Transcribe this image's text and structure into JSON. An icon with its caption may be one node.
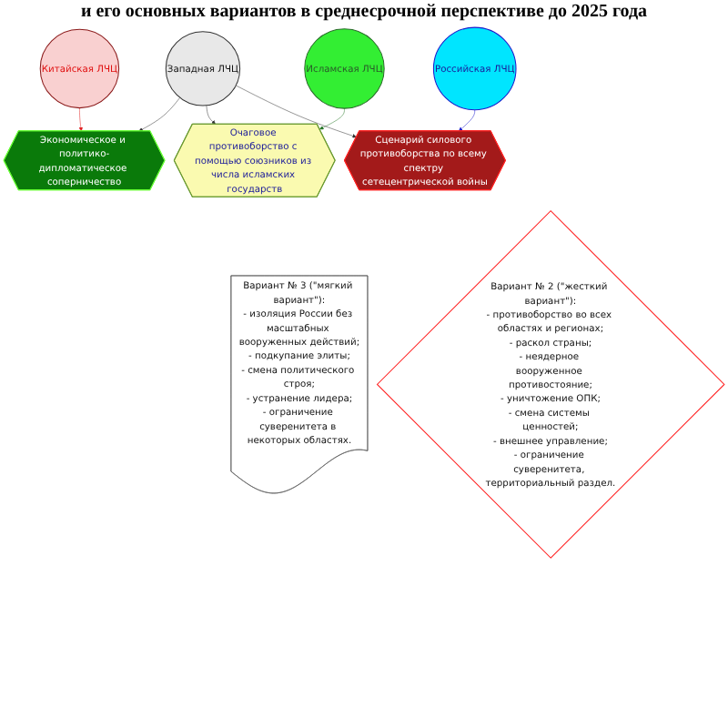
{
  "diagram": {
    "title": "и его основных вариантов в среднесрочной перспективе до 2025 года",
    "nodes": [
      {
        "text": [
          "Западная ЛЧЦ"
        ]
      },
      {
        "text": [
          "Экономическое и политико-дипломатическое соперничество"
        ]
      },
      {
        "text": [
          "Китайская ЛЧЦ"
        ]
      },
      {
        "text": [
          "Очаговое противоборство с помощью союзников из числа исламских государств"
        ]
      },
      {
        "text": [
          "Исламская ЛЧЦ"
        ]
      },
      {
        "text": [
          "Сценарий силового противоборства по всему спектру сетецентрической войны"
        ]
      },
      {
        "text": [
          "Российская ЛЧЦ"
        ]
      },
      {
        "text": [
          "Вариант № 3 (\"мягкий вариант\"):",
          "- изоляция России без масштабных вооруженных действий;",
          "- подкупание элиты;",
          "- смена политического строя;",
          "- устранение лидера;",
          "- ограничение суверенитета в некоторых областях."
        ]
      },
      {
        "text": [
          "Вариант № 2 (\"жесткий вариант\"):",
          "- противоборство во всех областях и регионах;",
          "- раскол страны;",
          "- неядерное вооруженное противостояние;",
          "- уничтожение ОПК;",
          "- смена системы ценностей;",
          "- внешнее управление;",
          "- ограничение суверенитета, территориальный раздел."
        ]
      }
    ],
    "edges": [
      {
        "from": 0,
        "to": 1,
        "arrow": "to"
      },
      {
        "from": 2,
        "to": 1,
        "arrow": "to",
        "color": "#e02020"
      },
      {
        "from": 0,
        "to": 3,
        "arrow": "to"
      },
      {
        "from": 4,
        "to": 3,
        "arrow": "to",
        "color": "#2a7a2a"
      },
      {
        "from": 0,
        "to": 5,
        "arrow": "to"
      },
      {
        "from": 6,
        "to": 5,
        "arrow": "to",
        "color": "#1a1acc"
      }
    ]
  }
}
